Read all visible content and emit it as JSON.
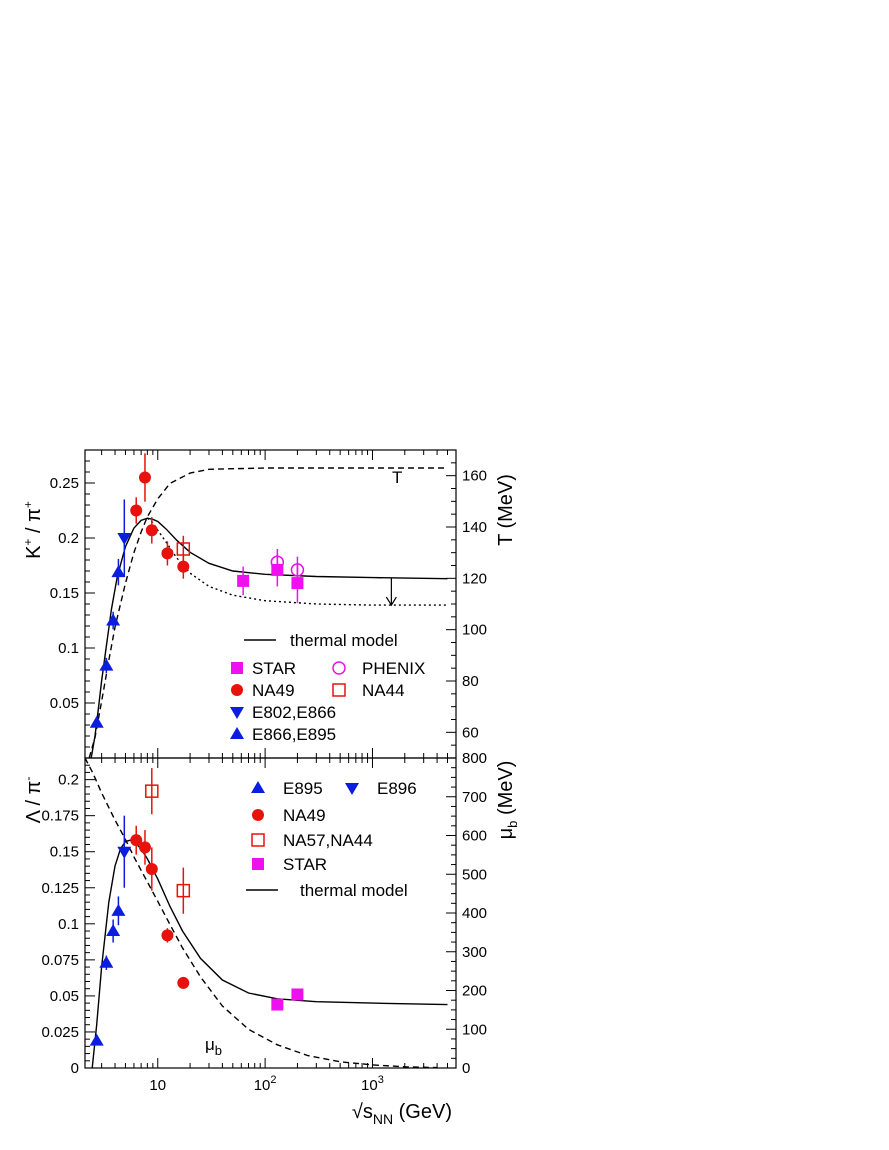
{
  "colors": {
    "red": "#e8120c",
    "blue": "#0b1ee0",
    "magenta": "#ee10ee",
    "black": "#000000"
  },
  "top": {
    "ylabel_main": "K",
    "ylabel_sup": "+",
    "ylabel_mid": " / π",
    "ylabel_sup2": "+",
    "y2label": "T (MeV)",
    "curve_label": "T"
  },
  "bottom": {
    "ylabel": "Λ / π",
    "ylabel_sup": "-",
    "y2label_main": "μ",
    "y2label_sub": "b",
    "curve_label_main": "μ",
    "curve_label_sub": "b"
  },
  "xlabel": {
    "root": "√s",
    "sub": "NN",
    "rest": " (GeV)"
  },
  "chart_data": [
    {
      "type": "scatter",
      "panel": "top",
      "xscale": "log",
      "xlim": [
        2.1,
        6000
      ],
      "ylim": [
        0,
        0.28
      ],
      "y2lim": [
        50,
        170
      ],
      "xticks": [
        {
          "value": 10,
          "label": "10"
        },
        {
          "value": 100,
          "label": "10",
          "sup": "2"
        },
        {
          "value": 1000,
          "label": "10",
          "sup": "3"
        }
      ],
      "yticks": [
        {
          "value": 0.05,
          "label": "0.05"
        },
        {
          "value": 0.1,
          "label": "0.1"
        },
        {
          "value": 0.15,
          "label": "0.15"
        },
        {
          "value": 0.2,
          "label": "0.2"
        },
        {
          "value": 0.25,
          "label": "0.25"
        }
      ],
      "y2ticks": [
        {
          "value": 60,
          "label": "60"
        },
        {
          "value": 80,
          "label": "80"
        },
        {
          "value": 100,
          "label": "100"
        },
        {
          "value": 120,
          "label": "120"
        },
        {
          "value": 140,
          "label": "140"
        },
        {
          "value": 160,
          "label": "160"
        }
      ],
      "legend": [
        {
          "label": "thermal model",
          "marker": "line",
          "color": "#000000"
        },
        {
          "label": "STAR",
          "marker": "square",
          "color": "#ee10ee"
        },
        {
          "label": "PHENIX",
          "marker": "open-circle",
          "color": "#ee10ee"
        },
        {
          "label": "NA49",
          "marker": "circle",
          "color": "#e8120c"
        },
        {
          "label": "NA44",
          "marker": "open-square",
          "color": "#e8120c"
        },
        {
          "label": "E802,E866",
          "marker": "triangle-down",
          "color": "#0b1ee0"
        },
        {
          "label": "E866,E895",
          "marker": "triangle-up",
          "color": "#0b1ee0"
        }
      ],
      "series": [
        {
          "name": "STAR",
          "marker": "square",
          "color": "#ee10ee",
          "points": [
            {
              "x": 62.4,
              "y": 0.161,
              "err": 0.013
            },
            {
              "x": 130,
              "y": 0.171,
              "err": 0.015
            },
            {
              "x": 200,
              "y": 0.159,
              "err": 0.018
            }
          ]
        },
        {
          "name": "PHENIX",
          "marker": "open-circle",
          "color": "#ee10ee",
          "points": [
            {
              "x": 130,
              "y": 0.178,
              "err": 0.012
            },
            {
              "x": 200,
              "y": 0.171,
              "err": 0.012
            }
          ]
        },
        {
          "name": "NA49",
          "marker": "circle",
          "color": "#e8120c",
          "points": [
            {
              "x": 6.3,
              "y": 0.225,
              "err": 0.012
            },
            {
              "x": 7.6,
              "y": 0.255,
              "err": 0.022
            },
            {
              "x": 8.8,
              "y": 0.207,
              "err": 0.012
            },
            {
              "x": 12.3,
              "y": 0.186,
              "err": 0.011
            },
            {
              "x": 17.3,
              "y": 0.174,
              "err": 0.011
            }
          ]
        },
        {
          "name": "NA44",
          "marker": "open-square",
          "color": "#e8120c",
          "points": [
            {
              "x": 17.3,
              "y": 0.19,
              "err": 0.012
            }
          ]
        },
        {
          "name": "E802,E866",
          "marker": "triangle-down",
          "color": "#0b1ee0",
          "points": [
            {
              "x": 4.88,
              "y": 0.2,
              "err": 0.035
            }
          ]
        },
        {
          "name": "E866,E895",
          "marker": "triangle-up",
          "color": "#0b1ee0",
          "points": [
            {
              "x": 2.7,
              "y": 0.032,
              "err": 0.004
            },
            {
              "x": 3.32,
              "y": 0.084,
              "err": 0.007
            },
            {
              "x": 3.84,
              "y": 0.125,
              "err": 0.008
            },
            {
              "x": 4.3,
              "y": 0.169,
              "err": 0.012
            }
          ]
        }
      ],
      "curves": [
        {
          "name": "thermal model",
          "style": "solid",
          "axis": "left",
          "points": [
            [
              2.4,
              0.0
            ],
            [
              2.6,
              0.02
            ],
            [
              2.8,
              0.045
            ],
            [
              3.0,
              0.07
            ],
            [
              3.3,
              0.1
            ],
            [
              3.7,
              0.135
            ],
            [
              4.2,
              0.165
            ],
            [
              5.0,
              0.192
            ],
            [
              6.0,
              0.209
            ],
            [
              7.0,
              0.216
            ],
            [
              8.0,
              0.218
            ],
            [
              9.0,
              0.217
            ],
            [
              10,
              0.215
            ],
            [
              12,
              0.208
            ],
            [
              15,
              0.198
            ],
            [
              20,
              0.187
            ],
            [
              30,
              0.177
            ],
            [
              50,
              0.17
            ],
            [
              100,
              0.167
            ],
            [
              300,
              0.165
            ],
            [
              1000,
              0.164
            ],
            [
              5000,
              0.163
            ]
          ]
        },
        {
          "name": "",
          "style": "dotted",
          "axis": "left",
          "points": [
            [
              8.0,
              0.218
            ],
            [
              9.0,
              0.214
            ],
            [
              10,
              0.207
            ],
            [
              12,
              0.196
            ],
            [
              15,
              0.182
            ],
            [
              20,
              0.168
            ],
            [
              30,
              0.156
            ],
            [
              50,
              0.148
            ],
            [
              100,
              0.143
            ],
            [
              300,
              0.14
            ],
            [
              1000,
              0.139
            ],
            [
              5000,
              0.139
            ]
          ]
        },
        {
          "name": "T",
          "style": "dashed",
          "axis": "right",
          "points": [
            [
              2.3,
              50
            ],
            [
              2.6,
              58
            ],
            [
              3.0,
              72
            ],
            [
              3.5,
              88
            ],
            [
              4.0,
              101
            ],
            [
              5.0,
              118
            ],
            [
              6.0,
              130
            ],
            [
              7.0,
              138
            ],
            [
              8.0,
              144
            ],
            [
              10,
              151
            ],
            [
              13,
              157
            ],
            [
              20,
              161
            ],
            [
              30,
              162.5
            ],
            [
              100,
              163
            ],
            [
              5000,
              163
            ]
          ]
        }
      ],
      "annotations": [
        {
          "type": "arrow-down",
          "x": 1500,
          "y_from": 0.164,
          "y_to": 0.139
        }
      ]
    },
    {
      "type": "scatter",
      "panel": "bottom",
      "xscale": "log",
      "xlim": [
        2.1,
        6000
      ],
      "ylim": [
        0,
        0.215
      ],
      "y2lim": [
        0,
        800
      ],
      "xticks": [
        {
          "value": 10,
          "label": "10"
        },
        {
          "value": 100,
          "label": "10",
          "sup": "2"
        },
        {
          "value": 1000,
          "label": "10",
          "sup": "3"
        }
      ],
      "yticks": [
        {
          "value": 0,
          "label": "0"
        },
        {
          "value": 0.025,
          "label": "0.025"
        },
        {
          "value": 0.05,
          "label": "0.05"
        },
        {
          "value": 0.075,
          "label": "0.075"
        },
        {
          "value": 0.1,
          "label": "0.1"
        },
        {
          "value": 0.125,
          "label": "0.125"
        },
        {
          "value": 0.15,
          "label": "0.15"
        },
        {
          "value": 0.175,
          "label": "0.175"
        },
        {
          "value": 0.2,
          "label": "0.2"
        }
      ],
      "y2ticks": [
        {
          "value": 0,
          "label": "0"
        },
        {
          "value": 100,
          "label": "100"
        },
        {
          "value": 200,
          "label": "200"
        },
        {
          "value": 300,
          "label": "300"
        },
        {
          "value": 400,
          "label": "400"
        },
        {
          "value": 500,
          "label": "500"
        },
        {
          "value": 600,
          "label": "600"
        },
        {
          "value": 700,
          "label": "700"
        },
        {
          "value": 800,
          "label": "800"
        }
      ],
      "legend": [
        {
          "label": "E895",
          "marker": "triangle-up",
          "color": "#0b1ee0"
        },
        {
          "label": "E896",
          "marker": "triangle-down",
          "color": "#0b1ee0"
        },
        {
          "label": "NA49",
          "marker": "circle",
          "color": "#e8120c"
        },
        {
          "label": "NA57,NA44",
          "marker": "open-square",
          "color": "#e8120c"
        },
        {
          "label": "STAR",
          "marker": "square",
          "color": "#ee10ee"
        },
        {
          "label": "thermal model",
          "marker": "line",
          "color": "#000000"
        }
      ],
      "series": [
        {
          "name": "E895",
          "marker": "triangle-up",
          "color": "#0b1ee0",
          "points": [
            {
              "x": 2.7,
              "y": 0.019,
              "err": 0.003
            },
            {
              "x": 3.32,
              "y": 0.073,
              "err": 0.005
            },
            {
              "x": 3.84,
              "y": 0.095,
              "err": 0.008
            },
            {
              "x": 4.3,
              "y": 0.109,
              "err": 0.01
            }
          ]
        },
        {
          "name": "E896",
          "marker": "triangle-down",
          "color": "#0b1ee0",
          "points": [
            {
              "x": 4.88,
              "y": 0.15,
              "err": 0.025
            }
          ]
        },
        {
          "name": "NA49",
          "marker": "circle",
          "color": "#e8120c",
          "points": [
            {
              "x": 6.3,
              "y": 0.158,
              "err": 0.01
            },
            {
              "x": 7.6,
              "y": 0.153,
              "err": 0.012
            },
            {
              "x": 8.8,
              "y": 0.138,
              "err": 0.015
            },
            {
              "x": 12.3,
              "y": 0.092,
              "err": 0.005
            },
            {
              "x": 17.3,
              "y": 0.059,
              "err": 0.004
            }
          ]
        },
        {
          "name": "NA57,NA44",
          "marker": "open-square",
          "color": "#e8120c",
          "points": [
            {
              "x": 8.8,
              "y": 0.192,
              "err": 0.016
            },
            {
              "x": 17.3,
              "y": 0.123,
              "err": 0.016
            }
          ]
        },
        {
          "name": "STAR",
          "marker": "square",
          "color": "#ee10ee",
          "points": [
            {
              "x": 130,
              "y": 0.044,
              "err": 0.003
            },
            {
              "x": 200,
              "y": 0.051,
              "err": 0.003
            }
          ]
        }
      ],
      "curves": [
        {
          "name": "thermal model",
          "style": "solid",
          "axis": "left",
          "points": [
            [
              2.45,
              0.0
            ],
            [
              2.7,
              0.03
            ],
            [
              3.0,
              0.07
            ],
            [
              3.5,
              0.115
            ],
            [
              4.0,
              0.14
            ],
            [
              4.5,
              0.152
            ],
            [
              5.0,
              0.157
            ],
            [
              5.5,
              0.158
            ],
            [
              6.0,
              0.157
            ],
            [
              7.0,
              0.152
            ],
            [
              8.0,
              0.145
            ],
            [
              10,
              0.131
            ],
            [
              13,
              0.112
            ],
            [
              17,
              0.095
            ],
            [
              25,
              0.076
            ],
            [
              40,
              0.061
            ],
            [
              70,
              0.052
            ],
            [
              130,
              0.048
            ],
            [
              300,
              0.046
            ],
            [
              1000,
              0.045
            ],
            [
              5000,
              0.044
            ]
          ]
        },
        {
          "name": "μb",
          "style": "dashed",
          "axis": "right",
          "points": [
            [
              2.1,
              800
            ],
            [
              2.5,
              760
            ],
            [
              3.0,
              710
            ],
            [
              4.0,
              640
            ],
            [
              5.0,
              590
            ],
            [
              6.0,
              545
            ],
            [
              8.0,
              480
            ],
            [
              10,
              430
            ],
            [
              13,
              370
            ],
            [
              17,
              310
            ],
            [
              25,
              235
            ],
            [
              40,
              160
            ],
            [
              70,
              100
            ],
            [
              130,
              60
            ],
            [
              250,
              32
            ],
            [
              500,
              16
            ],
            [
              1000,
              8
            ],
            [
              2000,
              3
            ],
            [
              4000,
              1
            ]
          ]
        }
      ]
    }
  ]
}
